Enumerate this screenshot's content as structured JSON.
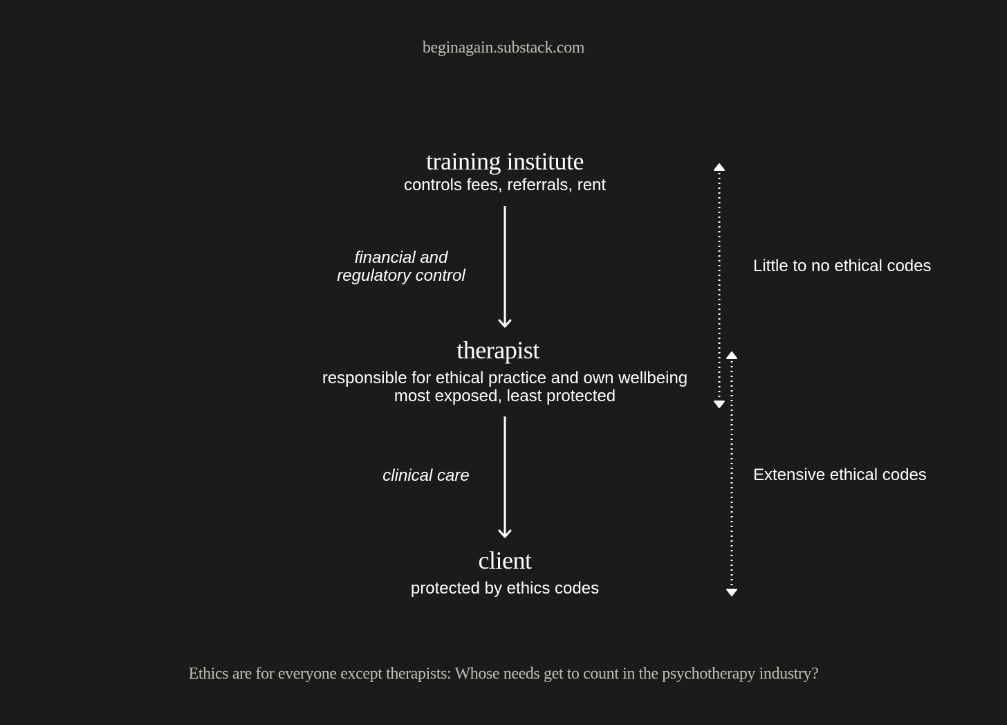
{
  "source": "beginagain.substack.com",
  "nodes": {
    "institute": {
      "title": "training institute",
      "subtitle": "controls fees, referrals, rent"
    },
    "therapist": {
      "title": "therapist",
      "subtitle_line1": "responsible for ethical practice and own wellbeing",
      "subtitle_line2": "most exposed, least protected"
    },
    "client": {
      "title": "client",
      "subtitle": "protected by ethics codes"
    }
  },
  "edges": {
    "institute_to_therapist": {
      "label_line1": "financial and",
      "label_line2": "regulatory control"
    },
    "therapist_to_client": {
      "label": "clinical care"
    }
  },
  "ranges": {
    "upper": "Little to no ethical codes",
    "lower": "Extensive ethical codes"
  },
  "caption": "Ethics are for everyone except therapists: Whose needs get to count in the psychotherapy industry?",
  "colors": {
    "background": "#1b1b1a",
    "foreground": "#ffffff",
    "muted_text": "#bdbdb8"
  }
}
